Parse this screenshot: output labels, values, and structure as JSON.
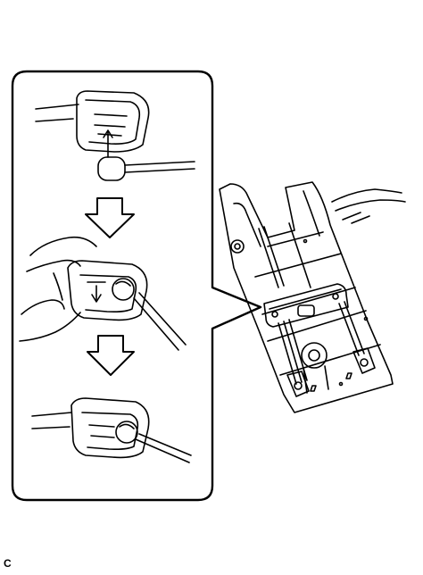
{
  "figure": {
    "caption_code": "C",
    "steps": [
      {
        "id": "step-1",
        "state": "grommet-and-cable-before-insertion"
      },
      {
        "id": "step-2",
        "state": "cable-end-pressed-into-holder-by-hand"
      },
      {
        "id": "step-3",
        "state": "cable-end-seated-in-holder"
      }
    ],
    "arrow_count": 2,
    "colors": {
      "line": "#000000",
      "background": "#ffffff"
    }
  }
}
